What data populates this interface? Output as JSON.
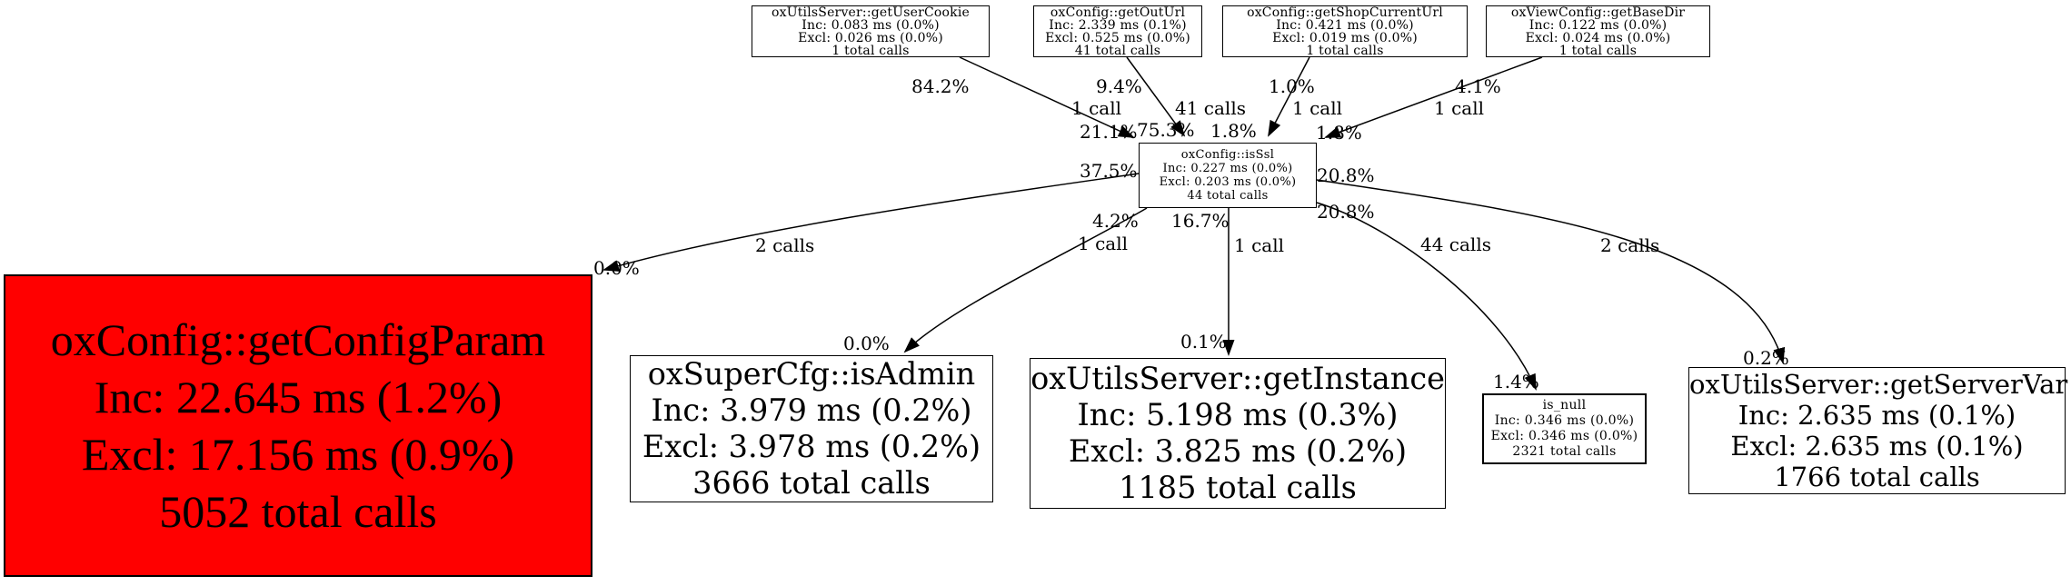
{
  "diagram": {
    "type": "profiler-call-graph",
    "colors": {
      "background": "#ffffff",
      "node_fill": "#ffffff",
      "node_border": "#000000",
      "hot_node_fill": "#ff0000",
      "edge": "#000000",
      "text": "#000000"
    },
    "nodes": {
      "getUserCookie": {
        "name": "oxUtilsServer::getUserCookie",
        "inc": "Inc: 0.083 ms (0.0%)",
        "excl": "Excl: 0.026 ms (0.0%)",
        "calls": "1 total calls"
      },
      "getOutUrl": {
        "name": "oxConfig::getOutUrl",
        "inc": "Inc: 2.339 ms (0.1%)",
        "excl": "Excl: 0.525 ms (0.0%)",
        "calls": "41 total calls"
      },
      "getShopCurrentUrl": {
        "name": "oxConfig::getShopCurrentUrl",
        "inc": "Inc: 0.421 ms (0.0%)",
        "excl": "Excl: 0.019 ms (0.0%)",
        "calls": "1 total calls"
      },
      "getBaseDir": {
        "name": "oxViewConfig::getBaseDir",
        "inc": "Inc: 0.122 ms (0.0%)",
        "excl": "Excl: 0.024 ms (0.0%)",
        "calls": "1 total calls"
      },
      "isSsl": {
        "name": "oxConfig::isSsl",
        "inc": "Inc: 0.227 ms (0.0%)",
        "excl": "Excl: 0.203 ms (0.0%)",
        "calls": "44 total calls"
      },
      "getConfigParam": {
        "name": "oxConfig::getConfigParam",
        "inc": "Inc: 22.645 ms (1.2%)",
        "excl": "Excl: 17.156 ms (0.9%)",
        "calls": "5052 total calls"
      },
      "isAdmin": {
        "name": "oxSuperCfg::isAdmin",
        "inc": "Inc: 3.979 ms (0.2%)",
        "excl": "Excl: 3.978 ms (0.2%)",
        "calls": "3666 total calls"
      },
      "getInstance": {
        "name": "oxUtilsServer::getInstance",
        "inc": "Inc: 5.198 ms (0.3%)",
        "excl": "Excl: 3.825 ms (0.2%)",
        "calls": "1185 total calls"
      },
      "isNull": {
        "name": "is_null",
        "inc": "Inc: 0.346 ms (0.0%)",
        "excl": "Excl: 0.346 ms (0.0%)",
        "calls": "2321 total calls"
      },
      "getServerVar": {
        "name": "oxUtilsServer::getServerVar",
        "inc": "Inc: 2.635 ms (0.1%)",
        "excl": "Excl: 2.635 ms (0.1%)",
        "calls": "1766 total calls"
      }
    },
    "edges": [
      {
        "from": "oxUtilsServer::getUserCookie",
        "to": "oxConfig::isSsl",
        "pct_at_source": "84.2%",
        "calls": "1 call",
        "pct_at_target": "21.1%"
      },
      {
        "from": "oxConfig::getOutUrl",
        "to": "oxConfig::isSsl",
        "pct_at_source": "9.4%",
        "calls": "41 calls",
        "pct_at_target": "75.3%"
      },
      {
        "from": "oxConfig::getShopCurrentUrl",
        "to": "oxConfig::isSsl",
        "pct_at_source": "1.0%",
        "calls": "1 call",
        "pct_at_target": "1.8%"
      },
      {
        "from": "oxViewConfig::getBaseDir",
        "to": "oxConfig::isSsl",
        "pct_at_source": "4.1%",
        "calls": "1 call",
        "pct_at_target": "1.8%"
      },
      {
        "from": "oxConfig::isSsl",
        "to": "oxConfig::getConfigParam",
        "pct_at_source": "37.5%",
        "calls": "2 calls",
        "pct_at_target": "0.0%"
      },
      {
        "from": "oxConfig::isSsl",
        "to": "oxSuperCfg::isAdmin",
        "pct_at_source": "4.2%",
        "calls": "1 call",
        "pct_at_target": "0.0%"
      },
      {
        "from": "oxConfig::isSsl",
        "to": "oxUtilsServer::getInstance",
        "pct_at_source": "16.7%",
        "calls": "1 call",
        "pct_at_target": "0.1%"
      },
      {
        "from": "oxConfig::isSsl",
        "to": "is_null",
        "pct_at_source": "20.8%",
        "calls": "44 calls",
        "pct_at_target": "1.4%"
      },
      {
        "from": "oxConfig::isSsl",
        "to": "oxUtilsServer::getServerVar",
        "pct_at_source": "20.8%",
        "calls": "2 calls",
        "pct_at_target": "0.2%"
      }
    ]
  }
}
